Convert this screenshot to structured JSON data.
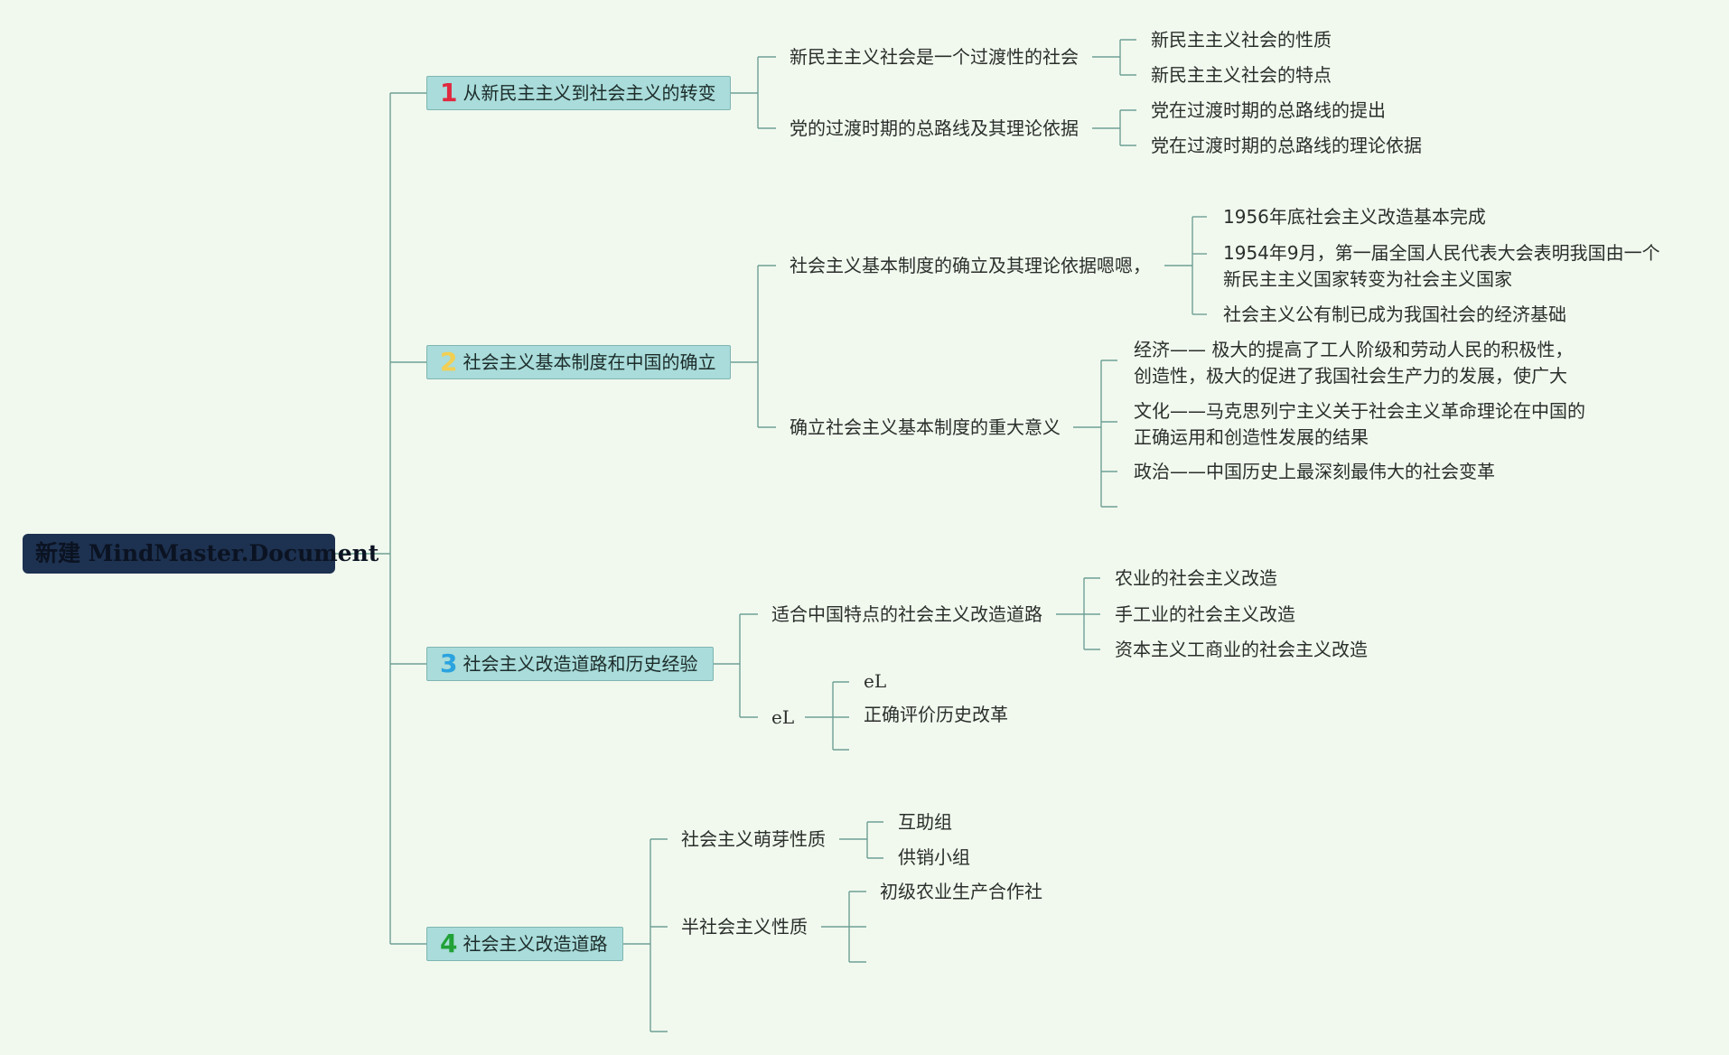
{
  "root": {
    "label": "新建 MindMaster.Document"
  },
  "branches": [
    {
      "number": "1",
      "number_color": "#e0293f",
      "label": "从新民主主义到社会主义的转变",
      "children": [
        {
          "label": "新民主主义社会是一个过渡性的社会",
          "children": [
            {
              "label": "新民主主义社会的性质"
            },
            {
              "label": "新民主主义社会的特点"
            }
          ]
        },
        {
          "label": "党的过渡时期的总路线及其理论依据",
          "children": [
            {
              "label": "党在过渡时期的总路线的提出"
            },
            {
              "label": "党在过渡时期的总路线的理论依据"
            }
          ]
        }
      ]
    },
    {
      "number": "2",
      "number_color": "#f2cf53",
      "label": "社会主义基本制度在中国的确立",
      "children": [
        {
          "label": "社会主义基本制度的确立及其理论依据嗯嗯，",
          "children": [
            {
              "label": "1956年底社会主义改造基本完成"
            },
            {
              "label": "1954年9月，第一届全国人民代表大会表明我国由一个新民主主义国家转变为社会主义国家"
            },
            {
              "label": "社会主义公有制已成为我国社会的经济基础"
            }
          ]
        },
        {
          "label": "确立社会主义基本制度的重大意义",
          "children": [
            {
              "label": "经济—— 极大的提高了工人阶级和劳动人民的积极性，创造性，极大的促进了我国社会生产力的发展，使广大"
            },
            {
              "label": "文化——马克思列宁主义关于社会主义革命理论在中国的正确运用和创造性发展的结果"
            },
            {
              "label": "政治——中国历史上最深刻最伟大的社会变革"
            }
          ]
        }
      ]
    },
    {
      "number": "3",
      "number_color": "#2aa3df",
      "label": "社会主义改造道路和历史经验",
      "children": [
        {
          "label": "适合中国特点的社会主义改造道路",
          "children": [
            {
              "label": "农业的社会主义改造"
            },
            {
              "label": "手工业的社会主义改造"
            },
            {
              "label": "资本主义工商业的社会主义改造"
            }
          ]
        },
        {
          "label": "eL",
          "children": [
            {
              "label": "eL"
            },
            {
              "label": "正确评价历史改革"
            }
          ]
        }
      ]
    },
    {
      "number": "4",
      "number_color": "#21a137",
      "label": "社会主义改造道路",
      "children": [
        {
          "label": "社会主义萌芽性质",
          "children": [
            {
              "label": "互助组"
            },
            {
              "label": "供销小组"
            }
          ]
        },
        {
          "label": "半社会主义性质",
          "children": [
            {
              "label": "初级农业生产合作社"
            }
          ]
        }
      ]
    }
  ]
}
